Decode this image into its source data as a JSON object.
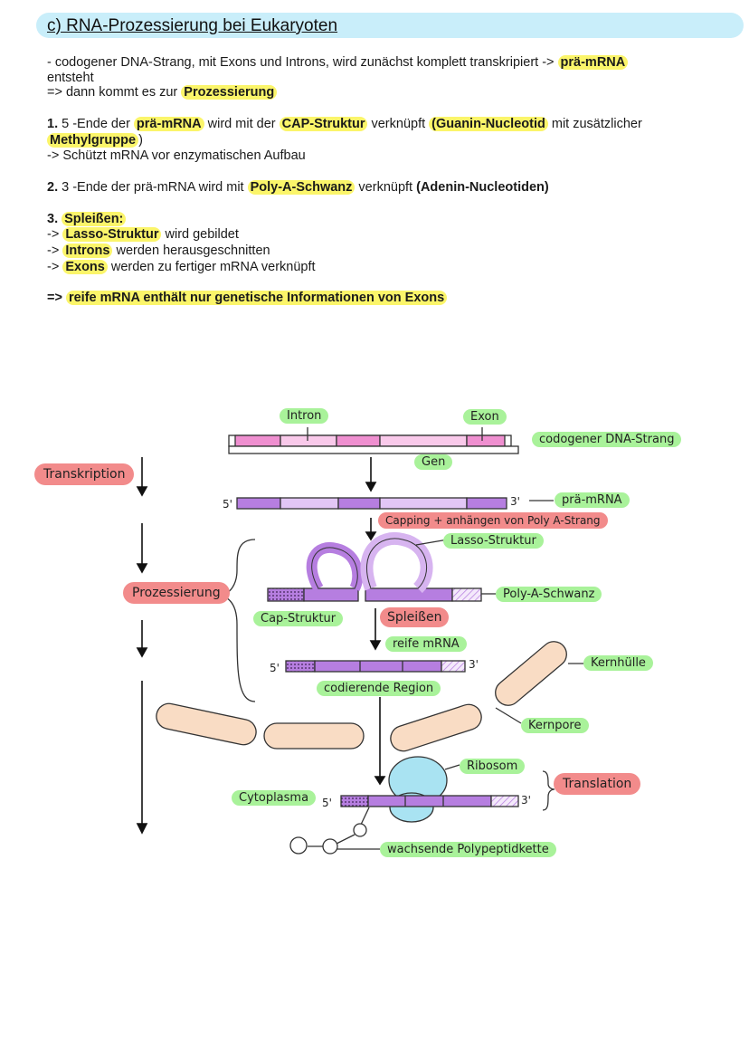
{
  "header": {
    "title": "c) RNA-Prozessierung bei Eukaryoten"
  },
  "intro": {
    "line1_prefix": "- codogener DNA-Strang, mit Exons und Introns, wird zunächst komplett transkripiert -> ",
    "line1_hl": "prä-mRNA",
    "line2": "entsteht",
    "line3_prefix": "=> dann kommt es zur ",
    "line3_hl": "Prozessierung"
  },
  "step1": {
    "num": "1.",
    "t1": " 5 -Ende der ",
    "h1": "prä-mRNA",
    "t2": " wird mit der ",
    "h2": "CAP-Struktur",
    "t3": " verknüpft ",
    "h3": "(Guanin-Nucleotid",
    "t4": " mit zusätzlicher",
    "h4": "Methylgruppe",
    "t5": ")",
    "sub": " -> Schützt mRNA vor enzymatischen Aufbau"
  },
  "step2": {
    "num": "2.",
    "t1": " 3 -Ende der prä-mRNA wird mit ",
    "h1": "Poly-A-Schwanz",
    "t2": " verknüpft ",
    "h2": "(Adenin-Nucleotiden)"
  },
  "step3": {
    "num": "3.",
    "h0": "Spleißen:",
    "a_pre": " -> ",
    "a_hl": "Lasso-Struktur",
    "a_post": " wird gebildet",
    "b_pre": " -> ",
    "b_hl": "Introns",
    "b_post": " werden herausgeschnitten",
    "c_pre": " -> ",
    "c_hl": "Exons",
    "c_post": " werden zu fertiger mRNA verknüpft"
  },
  "conclusion": {
    "prefix": "=> ",
    "hl": "reife mRNA enthält nur genetische Informationen von Exons"
  },
  "diagram": {
    "intron": "Intron",
    "exon": "Exon",
    "dna": "codogener DNA-Strang",
    "gen": "Gen",
    "transkription": "Transkription",
    "five1": "5'",
    "three1": "3'",
    "praemrna": "prä-mRNA",
    "capping": "Capping + anhängen von Poly A-Strang",
    "lasso": "Lasso-Struktur",
    "polyA": "Poly-A-Schwanz",
    "prozessierung": "Prozessierung",
    "cap": "Cap-Struktur",
    "spleissen": "Spleißen",
    "reife": "reife mRNA",
    "five2": "5'",
    "three2": "3'",
    "codierende": "codierende Region",
    "kernhuelle": "Kernhülle",
    "kernpore": "Kernpore",
    "ribosom": "Ribosom",
    "translation": "Translation",
    "cytoplasma": "Cytoplasma",
    "five3": "5'",
    "three3": "3'",
    "polypeptid": "wachsende Polypeptidkette"
  },
  "colors": {
    "title_bar": "#c9eefa",
    "highlight": "#fbf56a",
    "green_label": "#a9f29a",
    "red_label": "#f28b8b",
    "mrna": "#b67ee0",
    "dna_pink": "#ef8fd0",
    "ribosome": "#a9e3f2",
    "nuclear_envelope": "#f9dcc4"
  }
}
